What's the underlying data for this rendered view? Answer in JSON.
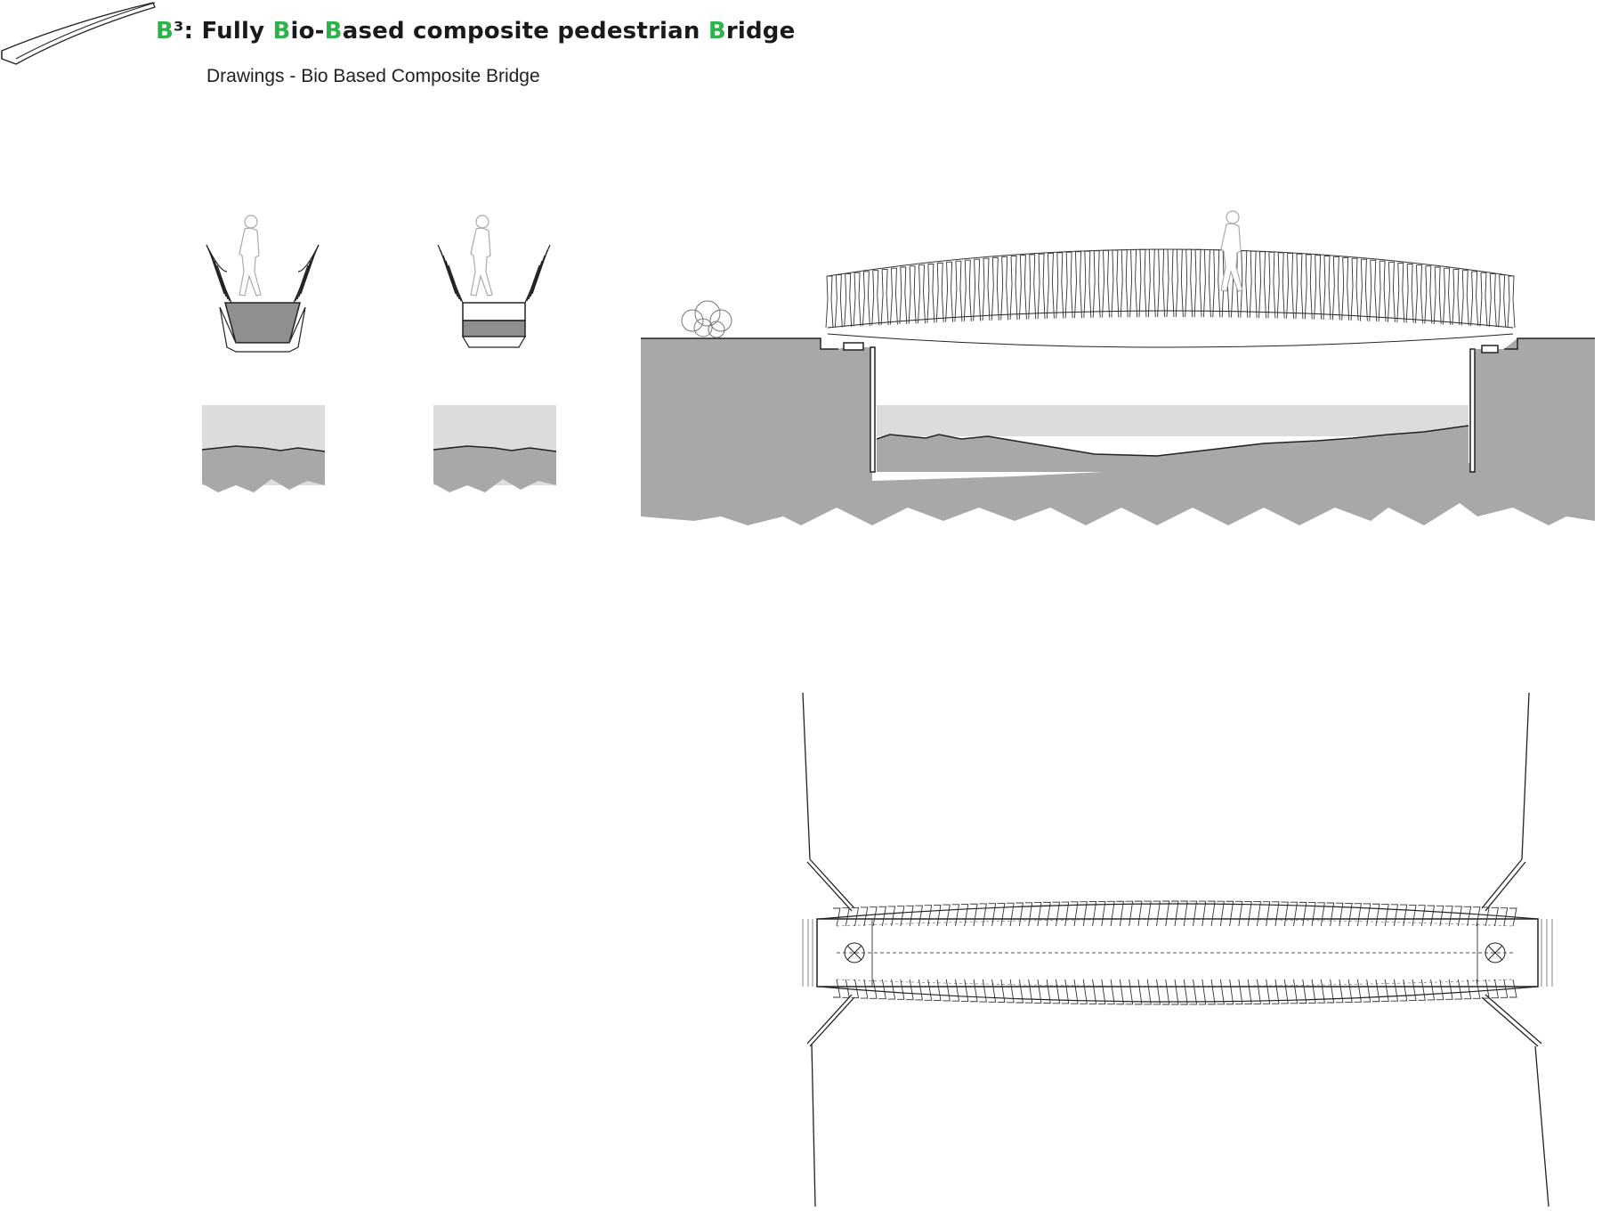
{
  "header": {
    "title_parts": [
      {
        "text": "B",
        "color": "#2eb24a"
      },
      {
        "text": "³: Fully ",
        "color": "#1a1a1a"
      },
      {
        "text": "B",
        "color": "#2eb24a"
      },
      {
        "text": "io-",
        "color": "#1a1a1a"
      },
      {
        "text": "B",
        "color": "#2eb24a"
      },
      {
        "text": "ased composite pedestrian ",
        "color": "#1a1a1a"
      },
      {
        "text": "B",
        "color": "#2eb24a"
      },
      {
        "text": "ridge",
        "color": "#1a1a1a"
      }
    ],
    "subtitle": "Drawings - Bio Based Composite Bridge"
  },
  "drawings": {
    "cross_section_1": {
      "icon": "bridge-cross-section-trapezoid"
    },
    "cross_section_2": {
      "icon": "bridge-cross-section-rectangular"
    },
    "elevation": {
      "icon": "bridge-side-elevation",
      "rib_count": 75
    },
    "plan": {
      "icon": "bridge-plan-view",
      "rib_count": 75
    }
  },
  "colors": {
    "accent_green": "#2eb24a",
    "ground": "#a7a8aa",
    "water": "#dcdcdd",
    "line": "#1a1a1a"
  }
}
